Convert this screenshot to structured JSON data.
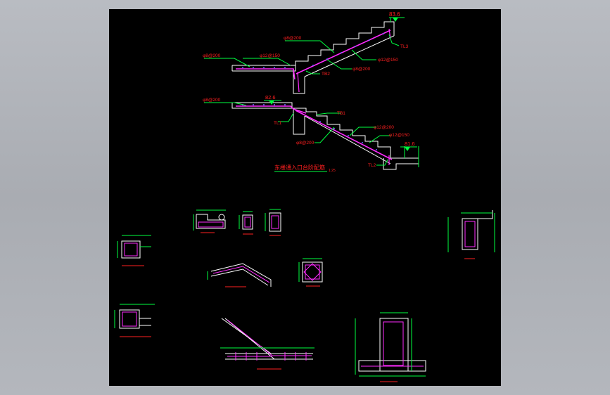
{
  "colors": {
    "background": "#000000",
    "frame": "#b0b3b9",
    "green": "#00ff40",
    "white": "#ffffff",
    "magenta": "#ff2bff",
    "red": "#ff2020",
    "yellow": "#ffff00",
    "cyan": "#00ffff"
  },
  "upper_stair": {
    "elevation": "83.6",
    "labels": {
      "rebar_top_left": "φ8@200",
      "rebar_left": "φ8@200",
      "rebar_main": "φ12@150",
      "rebar_right_main": "φ12@150",
      "rebar_bottom": "φ8@200",
      "beam_tb": "TB2",
      "beam_tl": "TL3"
    }
  },
  "lower_stair": {
    "elevation_top": "82.6",
    "elevation_bottom": "81.6",
    "labels": {
      "rebar_left": "φ8@200",
      "beam_tb": "TB1",
      "beam_tl_left": "TL1",
      "rebar_right_1": "φ12@200",
      "rebar_right_2": "φ12@150",
      "rebar_bottom": "φ8@200",
      "beam_tl_right": "TL2"
    }
  },
  "section_title": "东楼通入口台阶配筋",
  "section_scale": "1:25"
}
